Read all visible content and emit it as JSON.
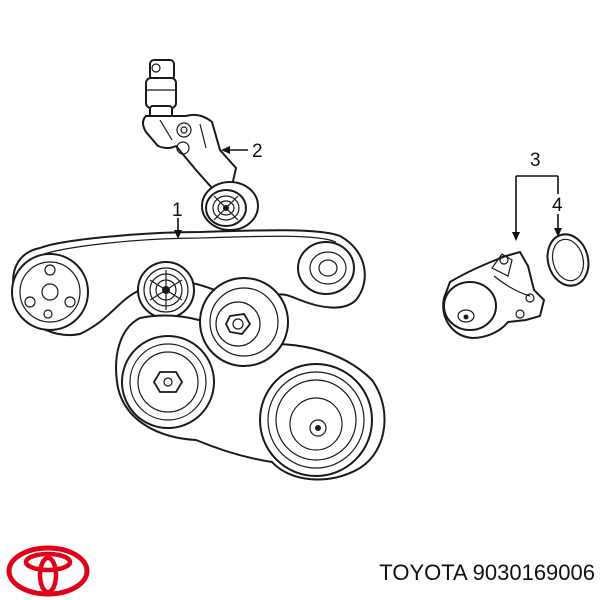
{
  "diagram": {
    "callouts": [
      "1",
      "2",
      "3",
      "4"
    ]
  },
  "footer": {
    "brand": "TOYOTA",
    "part_number": "9030169006"
  },
  "colors": {
    "logo_red": "#e0001a",
    "line": "#1a1a1a"
  },
  "icons": {
    "logo": "toyota-logo-icon"
  }
}
